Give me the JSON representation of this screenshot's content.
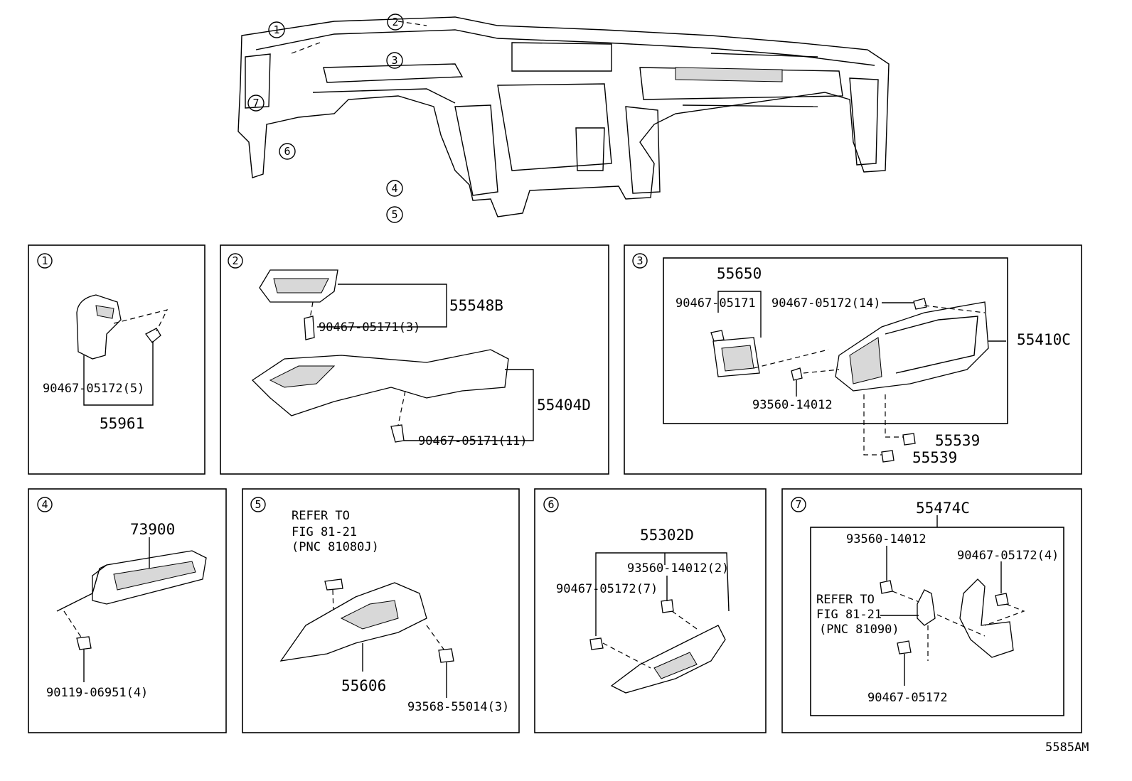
{
  "overview": {
    "callouts": [
      "1",
      "2",
      "3",
      "7",
      "6",
      "4",
      "5"
    ]
  },
  "panels": {
    "p1": {
      "badge": "1",
      "labels": [
        "90467-05172(5)",
        "55961"
      ]
    },
    "p2": {
      "badge": "2",
      "labels": [
        "55548B",
        "90467-05171(3)",
        "55404D",
        "90467-05171(11)"
      ]
    },
    "p3": {
      "badge": "3",
      "labels": [
        "55650",
        "90467-05171",
        "90467-05172(14)",
        "55410C",
        "93560-14012",
        "55539",
        "55539"
      ]
    },
    "p4": {
      "badge": "4",
      "labels": [
        "73900",
        "90119-06951(4)"
      ]
    },
    "p5": {
      "badge": "5",
      "labels": [
        "REFER TO",
        "FIG 81-21",
        "(PNC 81080J)",
        "55606",
        "93568-55014(3)"
      ]
    },
    "p6": {
      "badge": "6",
      "labels": [
        "55302D",
        "93560-14012(2)",
        "90467-05172(7)"
      ]
    },
    "p7": {
      "badge": "7",
      "labels": [
        "55474C",
        "93560-14012",
        "90467-05172(4)",
        "REFER TO",
        "FIG 81-21",
        "(PNC 81090)",
        "90467-05172"
      ]
    }
  },
  "footer": {
    "code": "5585AM"
  }
}
